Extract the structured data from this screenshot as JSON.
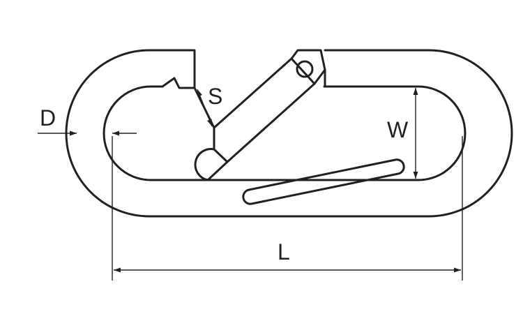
{
  "diagram": {
    "labels": {
      "diameter": "D",
      "opening": "S",
      "width": "W",
      "length": "L"
    },
    "colors": {
      "line": "#231f20",
      "background": "#ffffff"
    }
  }
}
